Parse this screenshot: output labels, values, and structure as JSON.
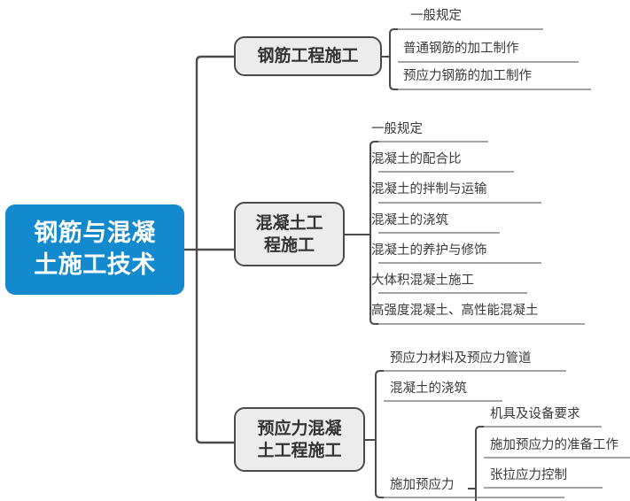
{
  "diagram": {
    "type": "mind-map",
    "title": "钢筋与混凝土施工技术",
    "colors": {
      "root_fill": "#1389CE",
      "root_text": "#FFFFFF",
      "branch_fill": "#ECECEC",
      "branch_border": "#4A4A4A",
      "branch_text": "#333333",
      "leaf_text": "#3A3A3A",
      "connector": "#4A4A4A",
      "underline": "#6E6E6E",
      "background": "#FFFFFF"
    },
    "root": {
      "label": "钢筋与混凝\n土施工技术"
    },
    "branches": [
      {
        "label": "钢筋工程施工",
        "leaves": [
          "一般规定",
          "普通钢筋的加工制作",
          "预应力钢筋的加工制作"
        ]
      },
      {
        "label": "混凝土工\n程施工",
        "leaves": [
          "一般规定",
          "混凝土的配合比",
          "混凝土的拌制与运输",
          "混凝土的浇筑",
          "混凝土的养护与修饰",
          "大体积混凝土施工",
          "高强度混凝土、高性能混凝土"
        ]
      },
      {
        "label": "预应力混凝\n土工程施工",
        "leaves": [
          "预应力材料及预应力管道",
          "混凝土的浇筑",
          "施加预应力"
        ],
        "sub_branch": {
          "parent": "施加预应力",
          "leaves": [
            "机具及设备要求",
            "施加预应力的准备工作",
            "张拉应力控制"
          ]
        }
      }
    ]
  }
}
